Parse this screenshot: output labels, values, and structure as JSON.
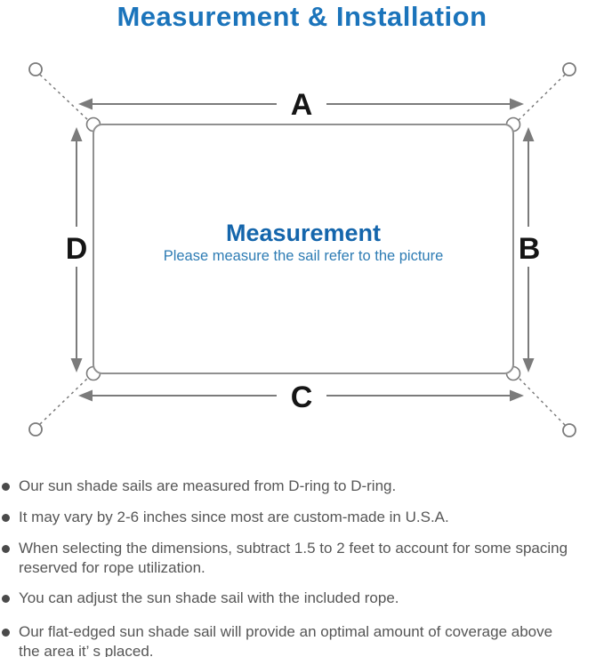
{
  "page": {
    "title": "Measurement & Installation"
  },
  "diagram": {
    "side_labels": {
      "top": "A",
      "right": "B",
      "bottom": "C",
      "left": "D"
    },
    "center": {
      "heading": "Measurement",
      "subheading": "Please measure the sail refer to the picture"
    },
    "colors": {
      "title_blue": "#1b74bb",
      "heading_blue": "#1566ac",
      "subheading_blue": "#2e7cb4",
      "line_gray": "#7b7b7b",
      "label_black": "#151515"
    }
  },
  "notes": [
    {
      "lines": [
        "Our sun shade sails are measured from D-ring to D-ring."
      ]
    },
    {
      "lines": [
        "It may vary by 2-6 inches since most are custom-made in U.S.A."
      ]
    },
    {
      "lines": [
        "When selecting the dimensions, subtract 1.5 to 2 feet to account for some spacing",
        "reserved for rope utilization."
      ]
    },
    {
      "lines": [
        "You can adjust the sun shade sail with the included rope."
      ]
    },
    {
      "lines": [
        "Our flat-edged sun shade sail will provide an optimal amount of coverage above",
        "the area it’ s placed."
      ]
    }
  ]
}
